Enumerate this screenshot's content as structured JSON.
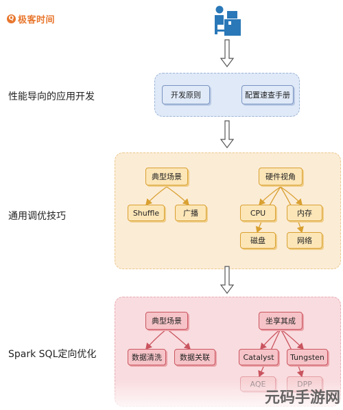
{
  "logo": {
    "mark": "Q",
    "text": "极客时间"
  },
  "sections": {
    "s1": "性能导向的应用开发",
    "s2": "通用调优技巧",
    "s3": "Spark SQL定向优化"
  },
  "blue_nodes": {
    "dev_principles": "开发原则",
    "config_manual": "配置速查手册"
  },
  "orange_nodes": {
    "typical_scenarios": "典型场景",
    "shuffle": "Shuffle",
    "broadcast": "广播",
    "hardware_view": "硬件视角",
    "cpu": "CPU",
    "memory": "内存",
    "disk": "磁盘",
    "network": "网络"
  },
  "red_nodes": {
    "typical_scenarios": "典型场景",
    "data_cleaning": "数据清洗",
    "data_join": "数据关联",
    "each_in_place": "坐享其成",
    "catalyst": "Catalyst",
    "tungsten": "Tungsten",
    "aqe": "AQE",
    "dpp": "DPP"
  },
  "watermark": "元码手游网",
  "icons": [
    "user-at-desk-icon",
    "down-arrow-icon"
  ],
  "colors": {
    "blue_panel": "#dfe9f7",
    "orange_panel": "#fbecd6",
    "red_panel": "#f9dcdf",
    "logo": "#e8762d"
  }
}
